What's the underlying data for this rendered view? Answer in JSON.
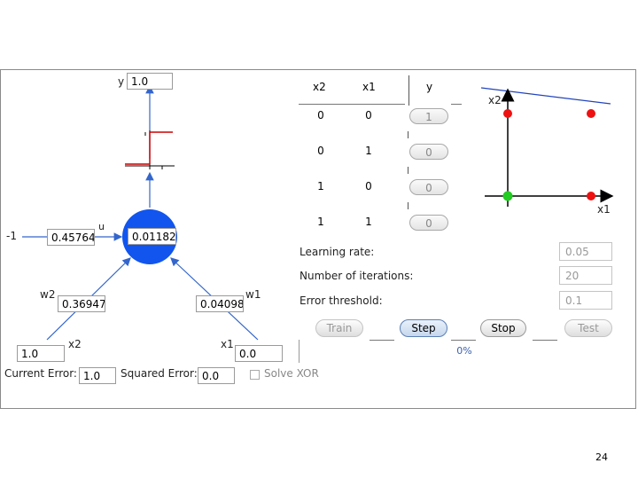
{
  "window": {
    "labels": {
      "y": "y",
      "x2": "x2",
      "x1": "x1",
      "w2": "w2",
      "w1": "w1",
      "u": "u",
      "bias": "-1"
    },
    "fields": {
      "output_y": "1.0",
      "bias_weight": "0.45764",
      "neuron_value": "0.01182",
      "w2": "0.36947",
      "w1": "0.04098",
      "x2": "1.0",
      "x1": "0.0"
    },
    "current_error_label": "Current Error:",
    "current_error": "1.0",
    "squared_error_label": "Squared Error:",
    "squared_error": "0.0",
    "solve_xor_label": "Solve XOR",
    "solve_xor_checked": false
  },
  "truth_table": {
    "headers": [
      "x2",
      "x1",
      "y"
    ],
    "rows": [
      {
        "x2": "0",
        "x1": "0",
        "y": "1"
      },
      {
        "x2": "0",
        "x1": "1",
        "y": "0"
      },
      {
        "x2": "1",
        "x1": "0",
        "y": "0"
      },
      {
        "x2": "1",
        "x1": "1",
        "y": "0"
      }
    ]
  },
  "plot": {
    "x_axis_label": "x1",
    "y_axis_label": "x2",
    "colors": {
      "class_1": "#22cc22",
      "class_0": "#ee1111",
      "line": "#2244bb"
    }
  },
  "params": {
    "learning_rate_label": "Learning rate:",
    "learning_rate": "0.05",
    "iterations_label": "Number of iterations:",
    "iterations": "20",
    "error_threshold_label": "Error threshold:",
    "error_threshold": "0.1"
  },
  "buttons": {
    "train": "Train",
    "step": "Step",
    "stop": "Stop",
    "test": "Test"
  },
  "progress": {
    "text": "0%",
    "value": 0
  },
  "page_number": "24",
  "colors": {
    "neuron": "#1155ee",
    "arrow": "#3366cc"
  }
}
